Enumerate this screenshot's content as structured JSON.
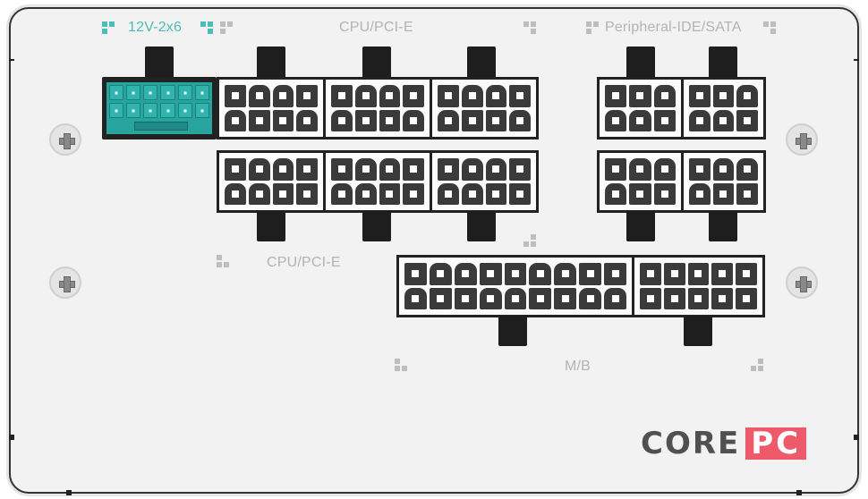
{
  "panel": {
    "labels": {
      "top_left": "12V-2x6",
      "top_center": "CPU/PCI-E",
      "top_right": "Peripheral-IDE/SATA",
      "middle_left": "CPU/PCI-E",
      "bottom": "M/B"
    },
    "connectors": [
      {
        "name": "12V-2x6",
        "pins": 12,
        "sense_pins": 4,
        "color": "#27a49e"
      },
      {
        "name": "CPU/PCI-E top 1",
        "pins": 8
      },
      {
        "name": "CPU/PCI-E top 2",
        "pins": 8
      },
      {
        "name": "CPU/PCI-E top 3",
        "pins": 8
      },
      {
        "name": "CPU/PCI-E bottom 1",
        "pins": 8
      },
      {
        "name": "CPU/PCI-E bottom 2",
        "pins": 8
      },
      {
        "name": "CPU/PCI-E bottom 3",
        "pins": 8
      },
      {
        "name": "Peripheral top 1",
        "pins": 6
      },
      {
        "name": "Peripheral top 2",
        "pins": 6
      },
      {
        "name": "Peripheral bottom 1",
        "pins": 6
      },
      {
        "name": "Peripheral bottom 2",
        "pins": 6
      },
      {
        "name": "M/B 18-pin",
        "pins": 18
      },
      {
        "name": "M/B 10-pin",
        "pins": 10
      }
    ],
    "screws": 4
  },
  "logo": {
    "left": "CORE",
    "right": "PC",
    "accent_color": "#ef5a6a",
    "text_color": "#505050"
  },
  "colors": {
    "teal": "#4cbcb8",
    "label_gray": "#b3b3b3",
    "panel_bg": "#f2f2f2"
  }
}
